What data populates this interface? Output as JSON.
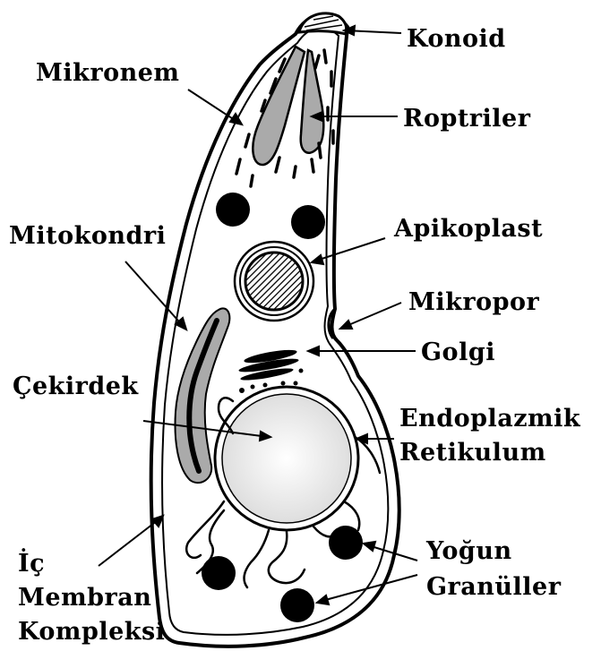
{
  "labels": {
    "konoid": "Konoid",
    "mikronem": "Mikronem",
    "roptriler": "Roptriler",
    "mitokondri": "Mitokondri",
    "apikoplast": "Apikoplast",
    "mikropor": "Mikropor",
    "golgi": "Golgi",
    "cekirdek": "Çekirdek",
    "endoplazmik_1": "Endoplazmik",
    "endoplazmik_2": "Retikulum",
    "ic_1": "İç",
    "ic_2": "Membran",
    "ic_3": "Kompleksi",
    "yogun_1": "Yoğun",
    "yogun_2": "Granüller"
  },
  "colors": {
    "outline": "#000000",
    "organelle_fill": "#aaaaaa",
    "nucleus_fill": "#efefef",
    "background": "#ffffff"
  }
}
